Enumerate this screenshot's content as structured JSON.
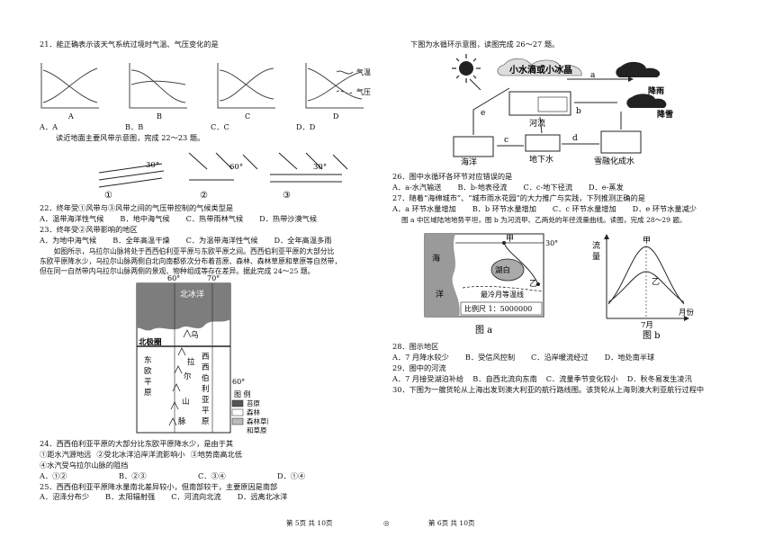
{
  "q21": {
    "stem": "21．能正确表示该天气系统过境时气温、气压变化的是",
    "legend_temp": "气温",
    "legend_press": "气压",
    "panel_labels": [
      "A",
      "B",
      "C",
      "D"
    ],
    "options": [
      "A．A",
      "B．B",
      "C．C",
      "D．D"
    ]
  },
  "intro_22_23": "读近地面主要风带示意图，完成 22～23 题。",
  "wind_fig": {
    "lat_labels": [
      "30°",
      "60°",
      "30°"
    ],
    "numbers": [
      "①",
      "②",
      "③"
    ]
  },
  "q22": {
    "stem": "22．终年受①风带与③风带之间的气压带控制的气候类型是",
    "options": [
      "A．温带海洋性气候",
      "B．地中海气候",
      "C．热带雨林气候",
      "D．热带沙漠气候"
    ]
  },
  "q23": {
    "stem": "23．终年受②风带影响的地区",
    "options": [
      "A．为地中海气候",
      "B．全年高温干燥",
      "C．为温带海洋性气候",
      "D．全年高温多雨"
    ]
  },
  "intro_24_25": [
    "如图所示，乌拉尔山脉将处于西西伯利亚平原与东欧平原之间。西西伯利亚平原的大部分比",
    "东欧平原降水少，乌拉尔山脉两侧自北向南都依次分布着苔原、森林、森林草原和草原等自然带，",
    "但在同一自然带内乌拉尔山脉两侧的景观、物种组成等存在差异。据此完成 24～25 题。"
  ],
  "ural_map": {
    "lon_60": "60°",
    "lon_70": "70°",
    "lat_60": "60°",
    "ocean": "北冰洋",
    "arctic_circle": "北极圈",
    "east_europe": [
      "东",
      "欧",
      "平",
      "原"
    ],
    "west_siberia": [
      "西",
      "西",
      "伯",
      "利",
      "亚",
      "平",
      "原"
    ],
    "ural": [
      "乌",
      "拉",
      "尔",
      "山",
      "脉"
    ],
    "legend_title": "图  例",
    "legend_items": [
      "苔原",
      "森林",
      "森林草原",
      "和草原"
    ]
  },
  "q24": {
    "stem": "24．西西伯利亚平原的大部分比东欧平原降水少，是由于其",
    "items": [
      "①距水汽源地远",
      "②受北冰洋沿岸洋流影响小",
      "③地势南高北低"
    ],
    "item4": "④水汽受乌拉尔山脉的阻挡",
    "options": [
      "A．①②",
      "B．②③",
      "C．③④",
      "D．①④"
    ]
  },
  "q25": {
    "stem": "25．西西伯利亚平原降水量南北差异较小，但南部较干，主要原因是南部",
    "options": [
      "A．沼泽分布少",
      "B．太阳辐射强",
      "C．河流向北流",
      "D．远离北冰洋"
    ]
  },
  "intro_26_27": "下图为水循环示意图，读图完成 26～27 题。",
  "cycle_fig": {
    "top": "小水滴或小冰晶",
    "rain": "降雨",
    "snow": "降雪",
    "river": "河流",
    "sea": "海洋",
    "ground": "地下水",
    "melt": "雪融化成水",
    "letters": [
      "a",
      "b",
      "c",
      "d",
      "e"
    ]
  },
  "q26": {
    "stem": "26．图中水循环各环节对应错误的是",
    "options": [
      "A．a-水汽输送",
      "B．b-地表径流",
      "C．c-地下径流",
      "D．e-蒸发"
    ]
  },
  "q27": {
    "stem": "27．随着“海绵城市”、“城市雨水花园”的大力推广与实践，下列推测正确的是",
    "options": [
      "A．a 环节水量增加",
      "B．b 环节水量增加",
      "C．c 环节水量增加",
      "D．e 环节水量减少"
    ]
  },
  "intro_28_29": "图 a 中区域陆地地势平坦，图 b 为河流甲、乙两处的年径流量曲线。读图，完成 28～29 题。",
  "fig_a": {
    "lat": "30°",
    "sea": [
      "海",
      "洋"
    ],
    "lake": "湖白",
    "jia": "甲",
    "yi": "乙",
    "isotherm": "最冷月等温线",
    "scale": "比例尺 1：5000000",
    "caption": "图 a"
  },
  "fig_b": {
    "ylabel": [
      "流",
      "量"
    ],
    "jia": "甲",
    "yi": "乙",
    "tick": "7月",
    "xlabel": "月份",
    "caption": "图 b"
  },
  "q28": {
    "stem": "28．图示地区",
    "options": [
      "A．7 月降水较少",
      "B．受信风控制",
      "C．沿岸暖流经过",
      "D．地处南半球"
    ]
  },
  "q29": {
    "stem": "29．图中的河流",
    "options": [
      "A．7 月接受湖泊补给",
      "B．自西北流向东南",
      "C．流量季节变化较小",
      "D．秋冬易发生凌汛"
    ]
  },
  "q30": {
    "stem": "30．下图为一艘货轮从上海出发到澳大利亚的航行路线图。该货轮从上海到澳大利亚航行过程中"
  },
  "footer": {
    "left": "第 5页  共 10页",
    "mark": "◎",
    "right": "第 6页  共 10页"
  }
}
